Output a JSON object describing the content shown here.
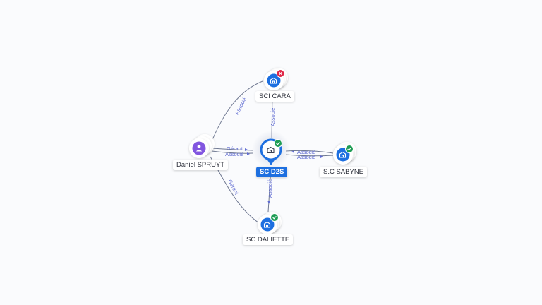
{
  "colors": {
    "edge": "#6f7891",
    "edge_label": "#5f6bd1",
    "company_blue": "#1d6fe0",
    "person_purple": "#8256e0",
    "status_active": "#1f9d55",
    "status_closed": "#e02848"
  },
  "graph": {
    "nodes": [
      {
        "id": "sci-cara",
        "label": "SCI CARA",
        "kind": "company",
        "icon": "building-icon",
        "status": "closed-x-icon"
      },
      {
        "id": "daniel",
        "label": "Daniel SPRUYT",
        "kind": "person",
        "icon": "person-icon",
        "status": ""
      },
      {
        "id": "sc-d2s",
        "label": "SC D2S",
        "kind": "company-selected",
        "icon": "building-icon",
        "status": "active-check-icon"
      },
      {
        "id": "sc-sabyne",
        "label": "S.C SABYNE",
        "kind": "company",
        "icon": "building-icon",
        "status": "active-check-icon"
      },
      {
        "id": "sc-daliette",
        "label": "SC DALIETTE",
        "kind": "company",
        "icon": "building-icon",
        "status": "active-check-icon"
      }
    ],
    "edges": [
      {
        "id": "daniel-cara",
        "label": "Associé"
      },
      {
        "id": "d2s-cara",
        "label": "Associé"
      },
      {
        "id": "daniel-d2s-gerant",
        "label": "Gérant"
      },
      {
        "id": "daniel-d2s-associe",
        "label": "Associé"
      },
      {
        "id": "sabyne-d2s-1",
        "label": "Associé"
      },
      {
        "id": "sabyne-d2s-2",
        "label": "Associé"
      },
      {
        "id": "daniel-daliette",
        "label": "Gérant"
      },
      {
        "id": "d2s-daliette",
        "label": "Associé"
      }
    ]
  }
}
